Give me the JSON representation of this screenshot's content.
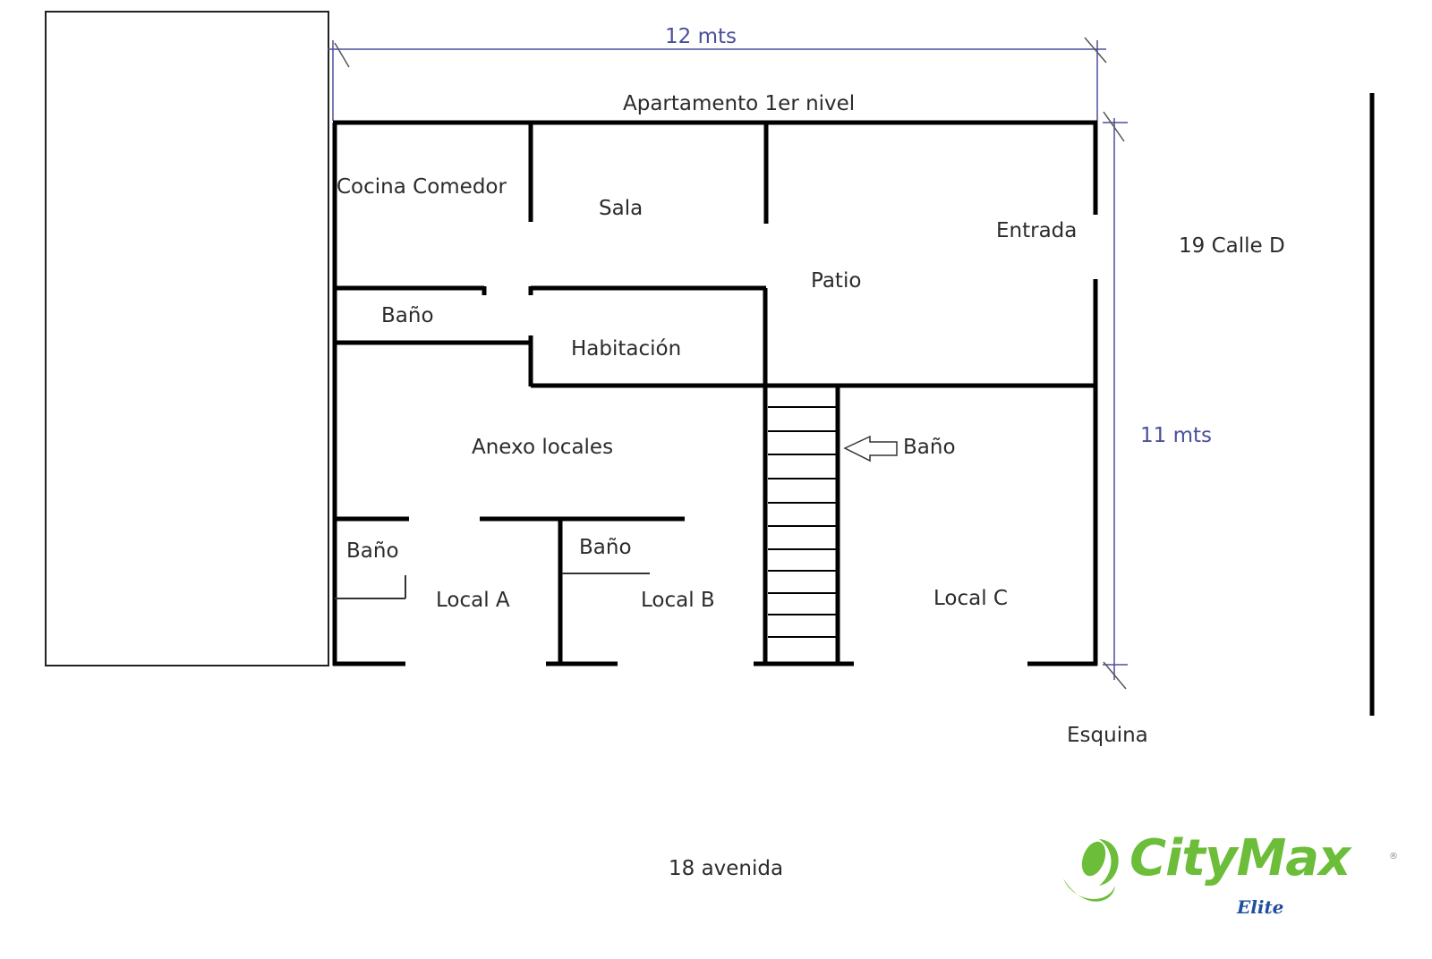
{
  "plan": {
    "title": "Apartamento 1er nivel",
    "dimensions": {
      "width": "12 mts",
      "depth": "11 mts"
    },
    "rooms": {
      "cocina_comedor": "Cocina Comedor",
      "sala": "Sala",
      "entrada": "Entrada",
      "patio": "Patio",
      "bano_apto": "Baño",
      "habitacion": "Habitación",
      "anexo_locales": "Anexo locales",
      "bano_escalera": "Baño",
      "bano_local_a": "Baño",
      "bano_local_b": "Baño",
      "local_a": "Local A",
      "local_b": "Local B",
      "local_c": "Local C"
    },
    "streets": {
      "side": "19 Calle D",
      "front": "18 avenida",
      "corner": "Esquina"
    }
  },
  "brand": {
    "name": "CityMax",
    "registered": "®",
    "tagline": "Elite",
    "primary_color": "#6cbd3a",
    "secondary_color": "#1f4fa0"
  },
  "colors": {
    "wall": "#000000",
    "dimension_line": "#4a4f9a",
    "text": "#2b2b2b"
  }
}
